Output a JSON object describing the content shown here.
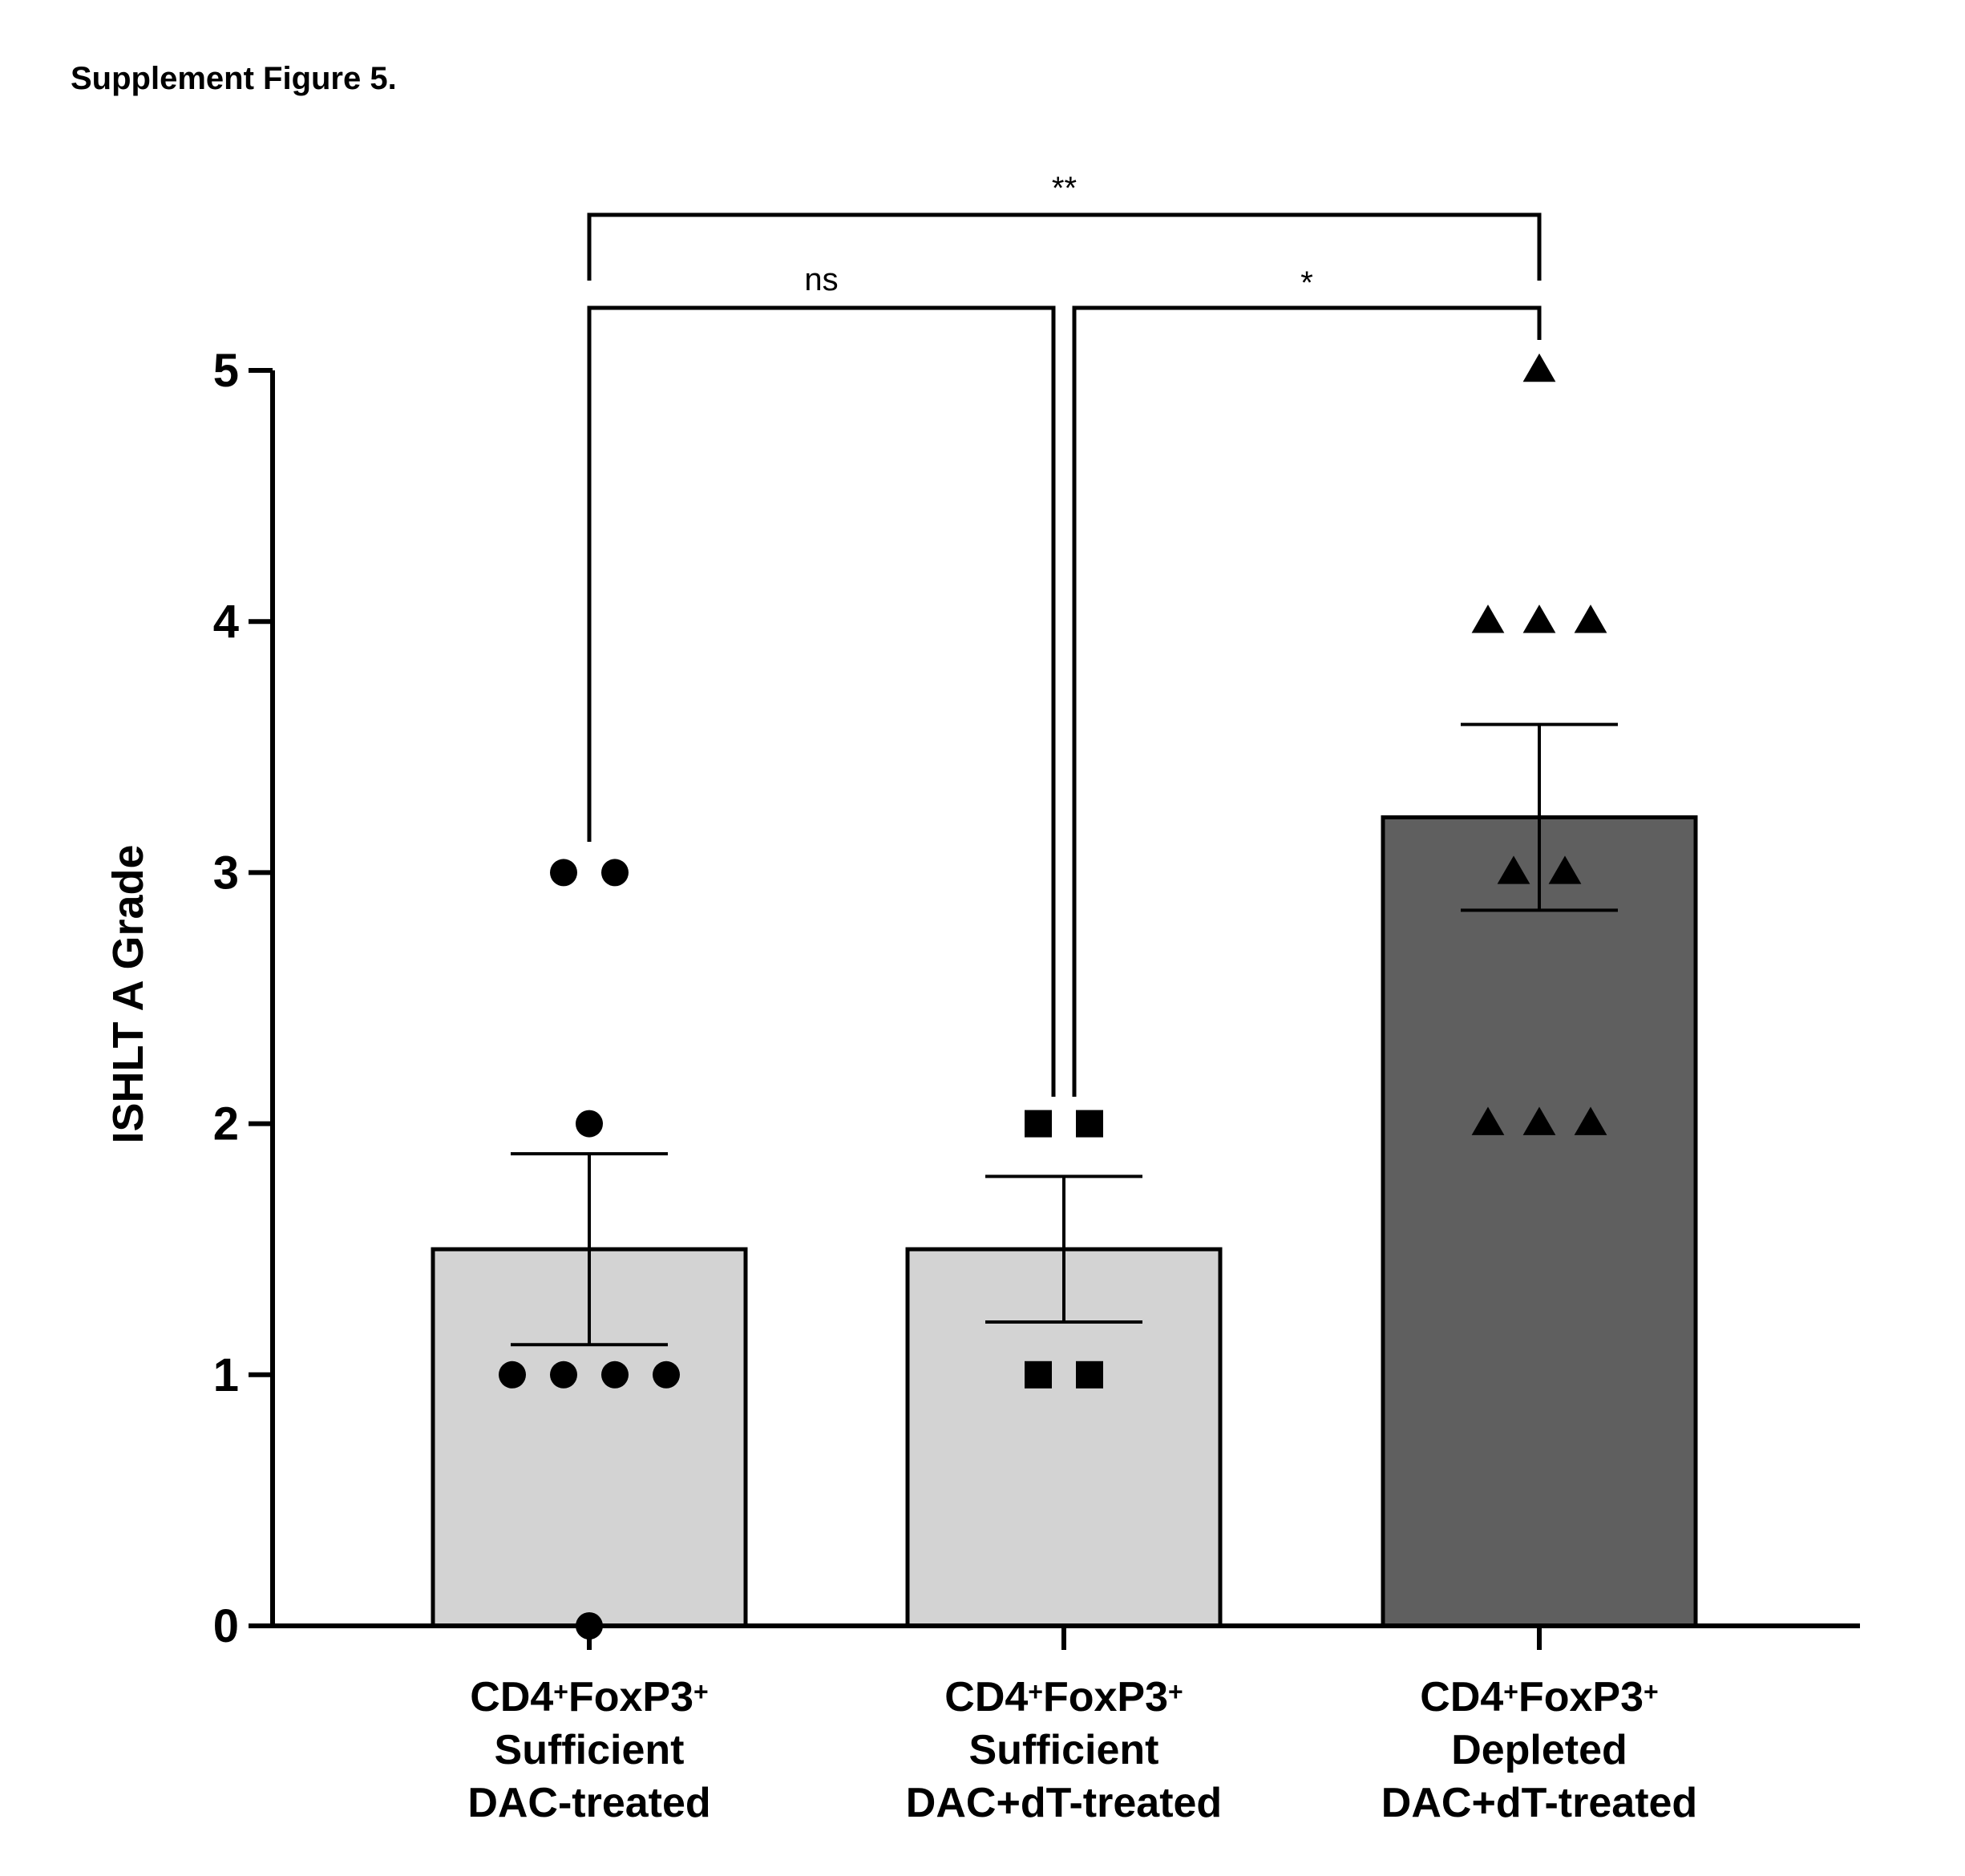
{
  "figure_label": "Supplement Figure 5.",
  "chart_data": {
    "type": "bar",
    "ylabel": "ISHLT  A  Grade",
    "xlabel": "",
    "ylim": [
      0,
      5
    ],
    "yticks": [
      0,
      1,
      2,
      3,
      4,
      5
    ],
    "categories": [
      {
        "line1_parts": [
          "CD4",
          "+",
          "FoxP3",
          "+"
        ],
        "line2": "Sufficient",
        "line3": "DAC-treated"
      },
      {
        "line1_parts": [
          "CD4",
          "+",
          "FoxP3",
          "+"
        ],
        "line2": "Sufficient",
        "line3": "DAC+dT-treated"
      },
      {
        "line1_parts": [
          "CD4",
          "+",
          "FoxP3",
          "+"
        ],
        "line2": "Depleted",
        "line3": "DAC+dT-treated"
      }
    ],
    "series": [
      {
        "values": [
          1.5,
          1.5,
          3.22
        ],
        "sem": [
          0.38,
          0.29,
          0.37
        ],
        "bar_colors": [
          "#d3d3d3",
          "#d3d3d3",
          "#5f5f5f"
        ],
        "markers": [
          "circle",
          "square",
          "triangle"
        ],
        "points": [
          [
            3,
            3,
            2,
            1,
            1,
            1,
            1,
            0
          ],
          [
            2,
            2,
            1,
            1
          ],
          [
            5,
            4,
            4,
            4,
            3,
            3,
            2,
            2,
            2
          ]
        ]
      }
    ],
    "comparisons": [
      {
        "from": 0,
        "to": 2,
        "label": "**"
      },
      {
        "from": 0,
        "to": 1,
        "label": "ns"
      },
      {
        "from": 1,
        "to": 2,
        "label": "*"
      }
    ],
    "grid": false,
    "legend": "none"
  }
}
